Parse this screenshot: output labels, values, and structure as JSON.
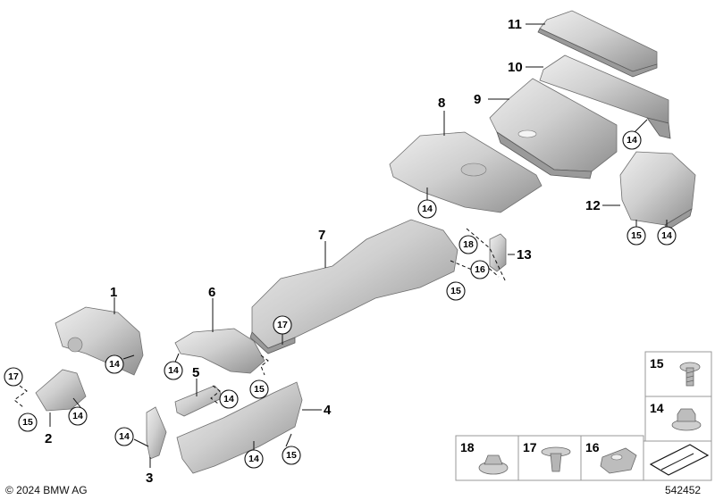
{
  "copyright": "© 2024 BMW AG",
  "diagram_id": "542452",
  "part_labels": [
    "1",
    "2",
    "3",
    "4",
    "5",
    "6",
    "7",
    "8",
    "9",
    "10",
    "11",
    "12",
    "13"
  ],
  "callouts": {
    "c14": "14",
    "c15": "15",
    "c16": "16",
    "c17": "17",
    "c18": "18"
  },
  "fastener_legend": [
    "15",
    "14",
    "18",
    "17",
    "16"
  ],
  "colors": {
    "metal_light": "#dcdcdc",
    "metal_dark": "#8c8c8c",
    "line": "#111111"
  }
}
